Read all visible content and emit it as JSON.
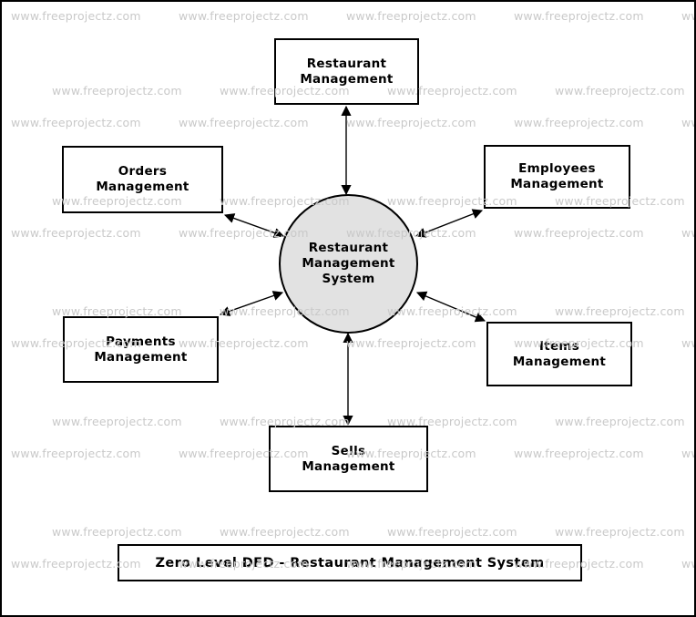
{
  "diagram": {
    "title": "Zero Level DFD - Restaurant Management System",
    "central_process": {
      "lines": [
        "Restaurant",
        "Management",
        "System"
      ]
    },
    "entities": [
      {
        "id": "restaurant-management",
        "lines": [
          "Restaurant",
          "Management"
        ]
      },
      {
        "id": "orders-management",
        "lines": [
          "Orders",
          "Management"
        ]
      },
      {
        "id": "employees-management",
        "lines": [
          "Employees",
          "Management"
        ]
      },
      {
        "id": "payments-management",
        "lines": [
          "Payments",
          "Management"
        ]
      },
      {
        "id": "items-management",
        "lines": [
          "Items",
          "Management"
        ]
      },
      {
        "id": "sells-management",
        "lines": [
          "Sells",
          "Management"
        ]
      }
    ],
    "connections": [
      {
        "from": "restaurant-management",
        "to": "central-process",
        "bidirectional": true
      },
      {
        "from": "orders-management",
        "to": "central-process",
        "bidirectional": true
      },
      {
        "from": "employees-management",
        "to": "central-process",
        "bidirectional": true
      },
      {
        "from": "payments-management",
        "to": "central-process",
        "bidirectional": true
      },
      {
        "from": "items-management",
        "to": "central-process",
        "bidirectional": true
      },
      {
        "from": "sells-management",
        "to": "central-process",
        "bidirectional": true
      }
    ]
  },
  "watermark": {
    "text": "www.freeprojectz.com",
    "color": "#c9c9c9"
  },
  "colors": {
    "process_fill": "#e2e2e2",
    "stroke": "#000000",
    "background": "#ffffff",
    "text": "#000000"
  }
}
